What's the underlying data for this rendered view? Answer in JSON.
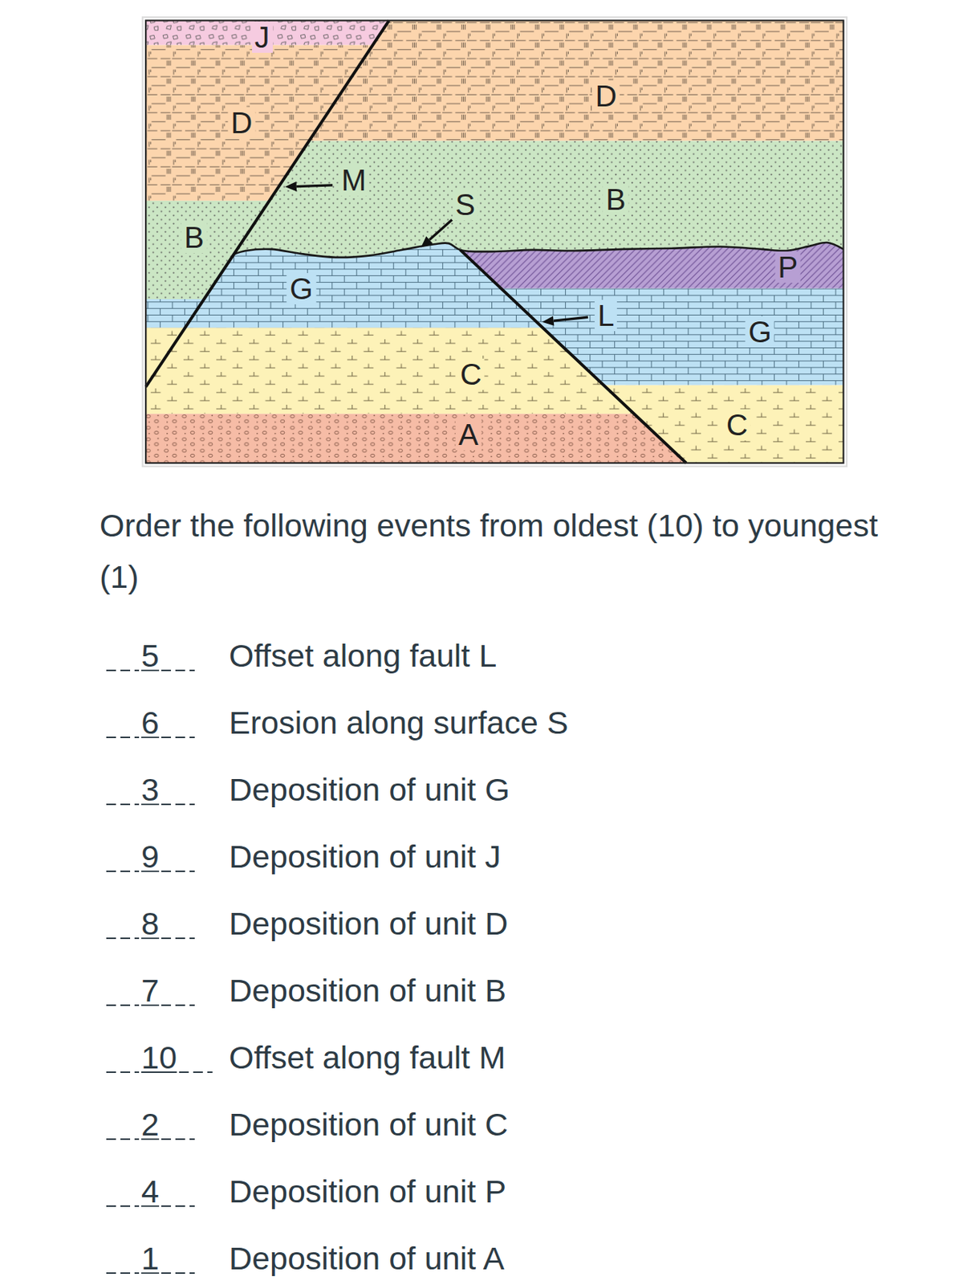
{
  "diagram": {
    "title": "Order the following events from oldest (10) to youngest (1)",
    "labels": [
      "J",
      "D",
      "D",
      "M",
      "S",
      "B",
      "B",
      "G",
      "P",
      "L",
      "G",
      "C",
      "C",
      "A",
      "5",
      "Offset along fault L",
      "6",
      "Erosion along surface S",
      "3",
      "Deposition of unit G",
      "9",
      "Deposition of unit J",
      "8",
      "Deposition of unit D",
      "7",
      "Deposition of unit B",
      "10",
      "Offset along fault M",
      "2",
      "Deposition of unit C",
      "4",
      "Deposition of unit P",
      "1",
      "Deposition of unit A"
    ]
  }
}
